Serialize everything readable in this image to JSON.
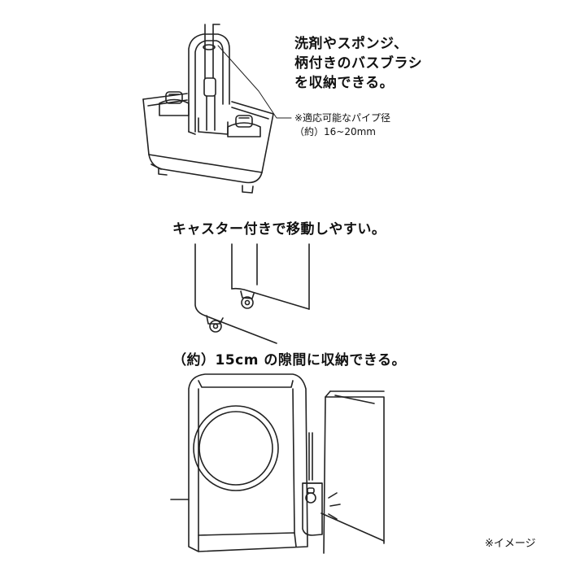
{
  "panel1": {
    "lines": [
      "洗剤やスポンジ、",
      "柄付きのバスブラシ",
      "を収納できる。"
    ],
    "note_line1": "※適応可能なパイプ径",
    "note_line2": "（約）16~20mm"
  },
  "panel2": {
    "caption": "キャスター付きで移動しやすい。"
  },
  "panel3": {
    "caption": "（約）15cm の隙間に収納できる。"
  },
  "footer": {
    "note": "※イメージ"
  }
}
